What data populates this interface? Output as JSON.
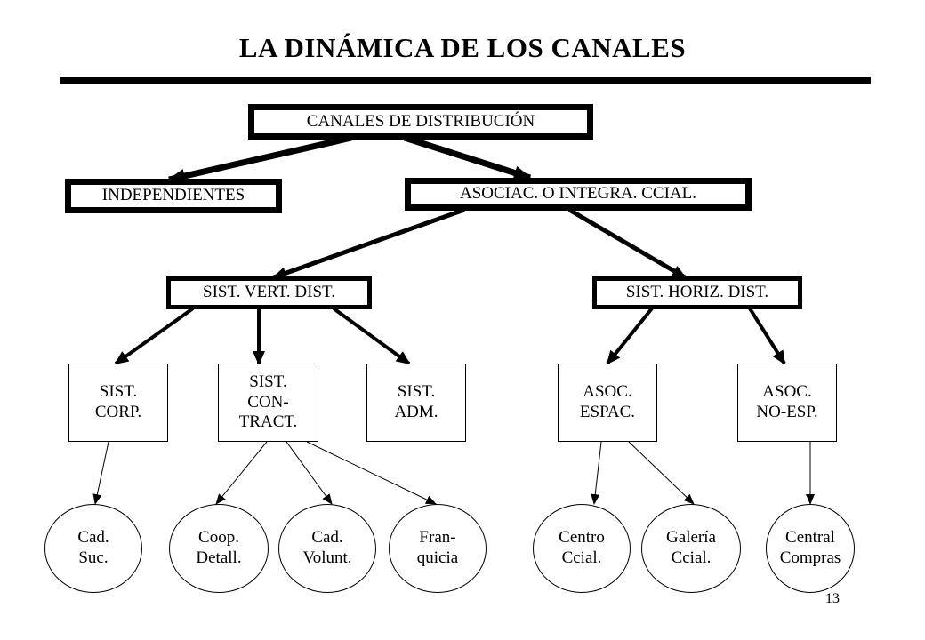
{
  "title": "LA DINÁMICA DE LOS CANALES",
  "page_number": "13",
  "nodes": {
    "root": "CANALES  DE  DISTRIBUCIÓN",
    "independientes": "INDEPENDIENTES",
    "asociac": "ASOCIAC. O INTEGRA. CCIAL.",
    "svd": "SIST. VERT. DIST.",
    "shd": "SIST. HORIZ. DIST.",
    "corp": "SIST.\nCORP.",
    "contract": "SIST.\nCON-\nTRACT.",
    "adm": "SIST.\nADM.",
    "espac": "ASOC.\nESPAC.",
    "noesp": "ASOC.\nNO-ESP.",
    "cadsuc": "Cad.\nSuc.",
    "coop": "Coop.\nDetall.",
    "cadvol": "Cad.\nVolunt.",
    "franq": "Fran-\nquicia",
    "centro": "Centro\nCcial.",
    "galeria": "Galería\nCcial.",
    "central": "Central\nCompras"
  },
  "edges": [
    {
      "from": "root",
      "to": "independientes"
    },
    {
      "from": "root",
      "to": "asociac"
    },
    {
      "from": "asociac",
      "to": "svd"
    },
    {
      "from": "asociac",
      "to": "shd"
    },
    {
      "from": "svd",
      "to": "corp"
    },
    {
      "from": "svd",
      "to": "contract"
    },
    {
      "from": "svd",
      "to": "adm"
    },
    {
      "from": "shd",
      "to": "espac"
    },
    {
      "from": "shd",
      "to": "noesp"
    },
    {
      "from": "corp",
      "to": "cadsuc"
    },
    {
      "from": "contract",
      "to": "coop"
    },
    {
      "from": "contract",
      "to": "cadvol"
    },
    {
      "from": "contract",
      "to": "franq"
    },
    {
      "from": "espac",
      "to": "centro"
    },
    {
      "from": "espac",
      "to": "galeria"
    },
    {
      "from": "noesp",
      "to": "central"
    }
  ]
}
